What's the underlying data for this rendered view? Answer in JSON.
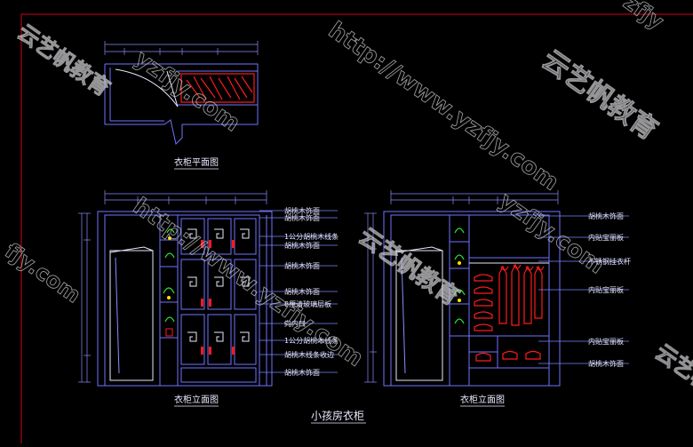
{
  "colors": {
    "background": "#000000",
    "frame": "#d0021b",
    "line": "#6f73ff",
    "white": "#e8e8ff",
    "dim": "#8c8cff",
    "leader": "#7d86ff",
    "red": "#ff1a1a",
    "green": "#2ee23a",
    "yellow": "#ffe400",
    "watermark": "#b0b0b8"
  },
  "titles": {
    "plan": "衣柜平面图",
    "elevation_left": "衣柜立面图",
    "elevation_right": "衣柜立面图",
    "sheet": "小孩房衣柜"
  },
  "left_labels": [
    "胡桃木饰面",
    "胡桃木饰面",
    "1公分胡桃木线条",
    "胡桃木饰面",
    "胡桃木饰面",
    "胡桃木饰面",
    "8厘清玻璃层板",
    "向内凹",
    "1公分胡桃木线条",
    "胡桃木线条收边",
    "胡桃木饰面"
  ],
  "right_labels": [
    "胡桃木饰面",
    "内贴宝丽板",
    "不锈钢挂衣杆",
    "内贴宝丽板",
    "内贴宝丽板",
    "胡桃木饰面"
  ],
  "watermarks": {
    "url": "http://www.yzfjy.com",
    "brand": "云艺帆教育",
    "url_short": "yzfjy.com",
    "fragment_a": "zfjy",
    "fragment_b": "云艺帆教育",
    "fragment_c": "fjy.com"
  }
}
